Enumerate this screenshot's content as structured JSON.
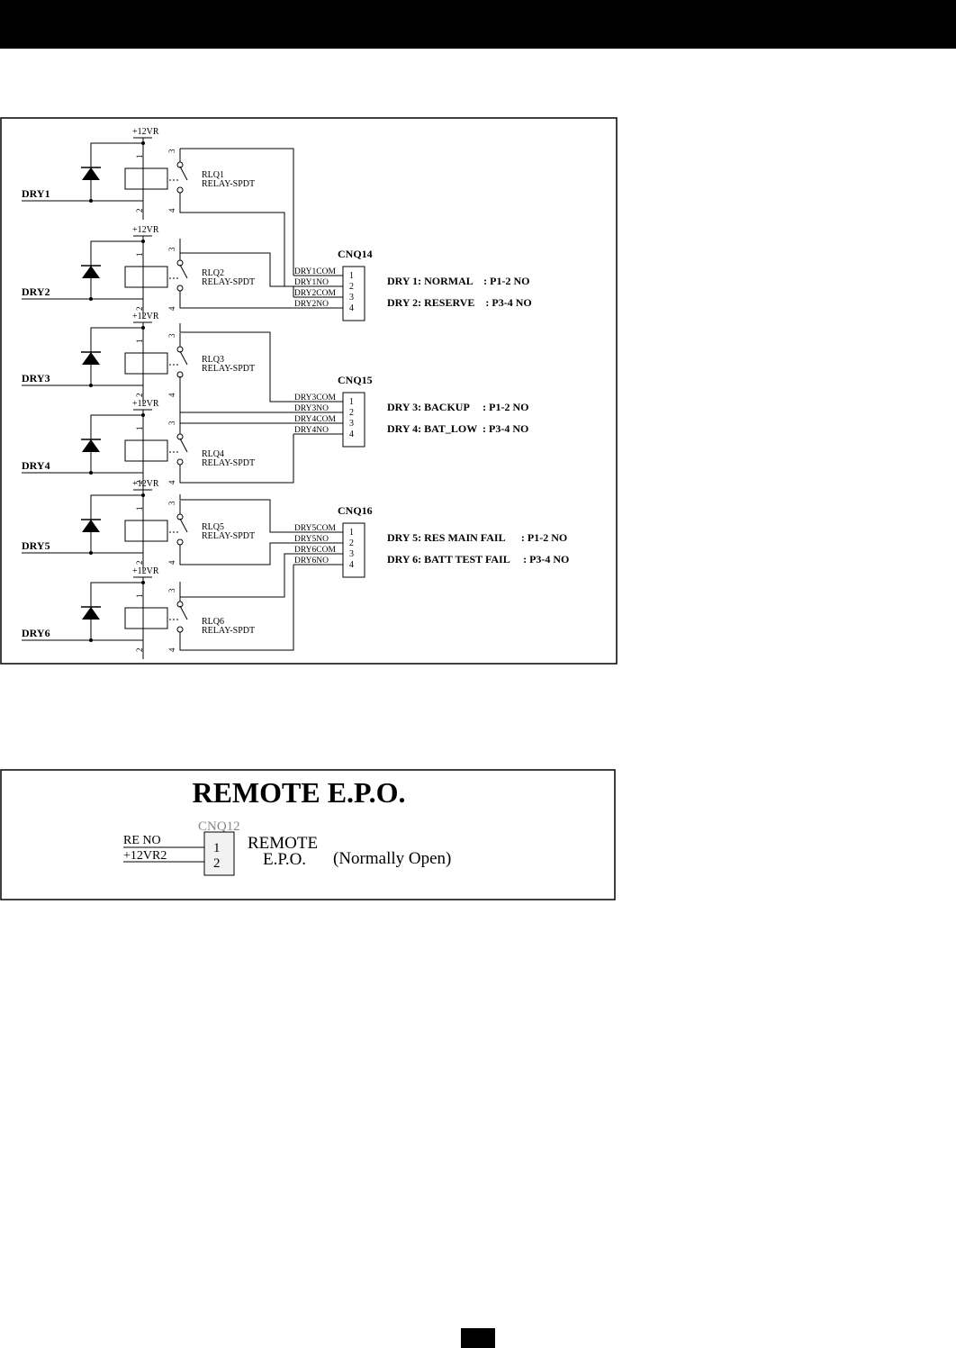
{
  "supply_label": "+12VR",
  "relays": [
    {
      "input": "DRY1",
      "ref": "RLQ1",
      "part": "RELAY-SPDT",
      "pin_top": "3",
      "pin_bottom": "4",
      "coil_top": "1",
      "coil_bottom": "2"
    },
    {
      "input": "DRY2",
      "ref": "RLQ2",
      "part": "RELAY-SPDT",
      "pin_top": "3",
      "pin_bottom": "4",
      "coil_top": "1",
      "coil_bottom": "2"
    },
    {
      "input": "DRY3",
      "ref": "RLQ3",
      "part": "RELAY-SPDT",
      "pin_top": "3",
      "pin_bottom": "4",
      "coil_top": "1",
      "coil_bottom": "2"
    },
    {
      "input": "DRY4",
      "ref": "RLQ4",
      "part": "RELAY-SPDT",
      "pin_top": "3",
      "pin_bottom": "4",
      "coil_top": "1",
      "coil_bottom": "2"
    },
    {
      "input": "DRY5",
      "ref": "RLQ5",
      "part": "RELAY-SPDT",
      "pin_top": "3",
      "pin_bottom": "4",
      "coil_top": "1",
      "coil_bottom": "2"
    },
    {
      "input": "DRY6",
      "ref": "RLQ6",
      "part": "RELAY-SPDT",
      "pin_top": "3",
      "pin_bottom": "4",
      "coil_top": "1",
      "coil_bottom": "2"
    }
  ],
  "connectors": [
    {
      "name": "CNQ14",
      "signals": [
        "DRY1COM",
        "DRY1NO",
        "DRY2COM",
        "DRY2NO"
      ],
      "pins": [
        "1",
        "2",
        "3",
        "4"
      ],
      "notes": [
        "DRY 1: NORMAL    : P1-2 NO",
        "DRY 2: RESERVE    : P3-4 NO"
      ]
    },
    {
      "name": "CNQ15",
      "signals": [
        "DRY3COM",
        "DRY3NO",
        "DRY4COM",
        "DRY4NO"
      ],
      "pins": [
        "1",
        "2",
        "3",
        "4"
      ],
      "notes": [
        "DRY 3: BACKUP     : P1-2 NO",
        "DRY 4: BAT_LOW  : P3-4 NO"
      ]
    },
    {
      "name": "CNQ16",
      "signals": [
        "DRY5COM",
        "DRY5NO",
        "DRY6COM",
        "DRY6NO"
      ],
      "pins": [
        "1",
        "2",
        "3",
        "4"
      ],
      "notes": [
        "DRY 5: RES MAIN FAIL      : P1-2 NO",
        "DRY 6: BATT TEST FAIL     : P3-4 NO"
      ]
    }
  ],
  "epo": {
    "title": "REMOTE E.P.O.",
    "connector": "CNQ12",
    "signals": [
      "RE NO",
      "+12VR2"
    ],
    "pins": [
      "1",
      "2"
    ],
    "label_line1": "REMOTE",
    "label_line2": "E.P.O.",
    "mode": "(Normally Open)"
  }
}
